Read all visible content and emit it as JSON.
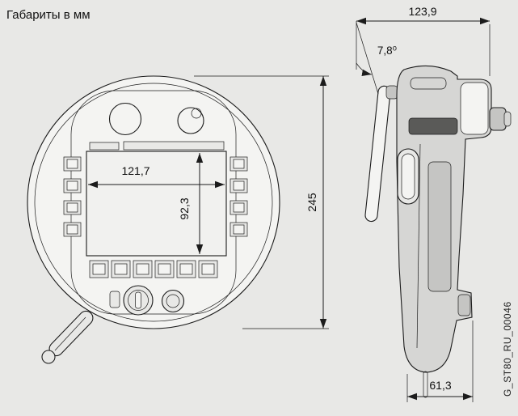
{
  "title": "Габариты в мм",
  "front_view": {
    "screen_width_mm": "121,7",
    "screen_height_mm": "92,3",
    "overall_diameter_mm": "245"
  },
  "side_view": {
    "top_width_mm": "123,9",
    "tilt_angle_deg": "7,8⁰",
    "bottom_width_mm": "61,3"
  },
  "doc_number": "G_ST80_RU_00046",
  "colors": {
    "background": "#e8e8e6",
    "line": "#1c1c1c",
    "body_fill": "#d6d6d4"
  }
}
